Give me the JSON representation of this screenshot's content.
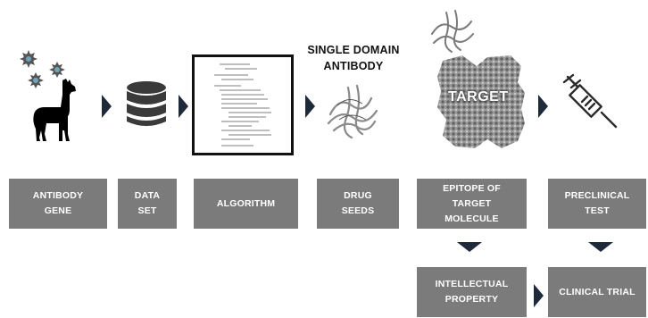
{
  "steps": [
    {
      "label": "ANTIBODY\nGENE"
    },
    {
      "label": "DATA\nSET"
    },
    {
      "label": "ALGORITHM"
    },
    {
      "label": "DRUG\nSEEDS"
    },
    {
      "label": "EPITOPE OF\nTARGET\nMOLECULE"
    },
    {
      "label": "PRECLINICAL\nTEST"
    }
  ],
  "sub_steps": [
    {
      "label": "INTELLECTUAL\nPROPERTY"
    },
    {
      "label": "CLINICAL TRIAL"
    }
  ],
  "single_domain_label": "SINGLE DOMAIN\nANTIBODY",
  "target_label": "TARGET",
  "icons": [
    "virus-cluster-icon",
    "llama-icon",
    "database-icon",
    "code-listing-icon",
    "antibody-structure-icon",
    "target-protein-icon",
    "syringe-icon"
  ],
  "colors": {
    "box": "#7b7b7b",
    "arrow": "#1e2a3a",
    "text": "#ffffff"
  }
}
